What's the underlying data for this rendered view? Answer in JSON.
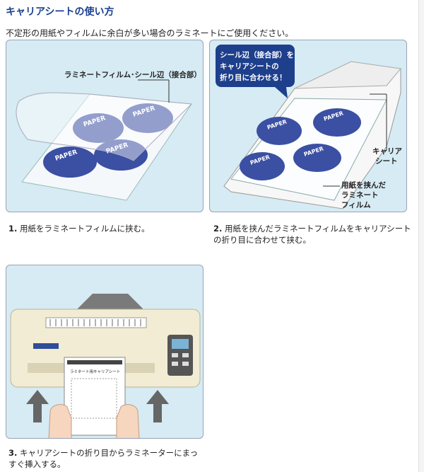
{
  "page": {
    "title": "キャリアシートの使い方",
    "intro": "不定形の用紙やフィルムに余白が多い場合のラミネートにご使用ください。"
  },
  "panel1": {
    "label": "ラミネートフィルム･シール辺（接合部）",
    "disc_text": "PAPER"
  },
  "panel2": {
    "callout_line1": "シール辺（接合部）を",
    "callout_line2": "キャリアシートの",
    "callout_line3": "折り目に合わせる！",
    "label_carrier_line1": "キャリア",
    "label_carrier_line2": "シート",
    "label_film_line1": "用紙を挟んだ",
    "label_film_line2": "ラミネート",
    "label_film_line3": "フィルム",
    "disc_text": "PAPER"
  },
  "panel3": {
    "sheet_title": "ラミネート用キャリアシート"
  },
  "steps": [
    {
      "num": "1.",
      "text": "用紙をラミネートフィルムに挟む。"
    },
    {
      "num": "2.",
      "text": "用紙を挟んだラミネートフィルムをキャリアシートの折り目に合わせて挟む。"
    },
    {
      "num": "3.",
      "text": "キャリアシートの折り目からラミネーターにまっすぐ挿入する。"
    }
  ],
  "colors": {
    "title": "#1a3f8f",
    "panel_bg": "#d6ebf3",
    "disc": "#3b4fa3",
    "callout": "#1d3f8c"
  }
}
